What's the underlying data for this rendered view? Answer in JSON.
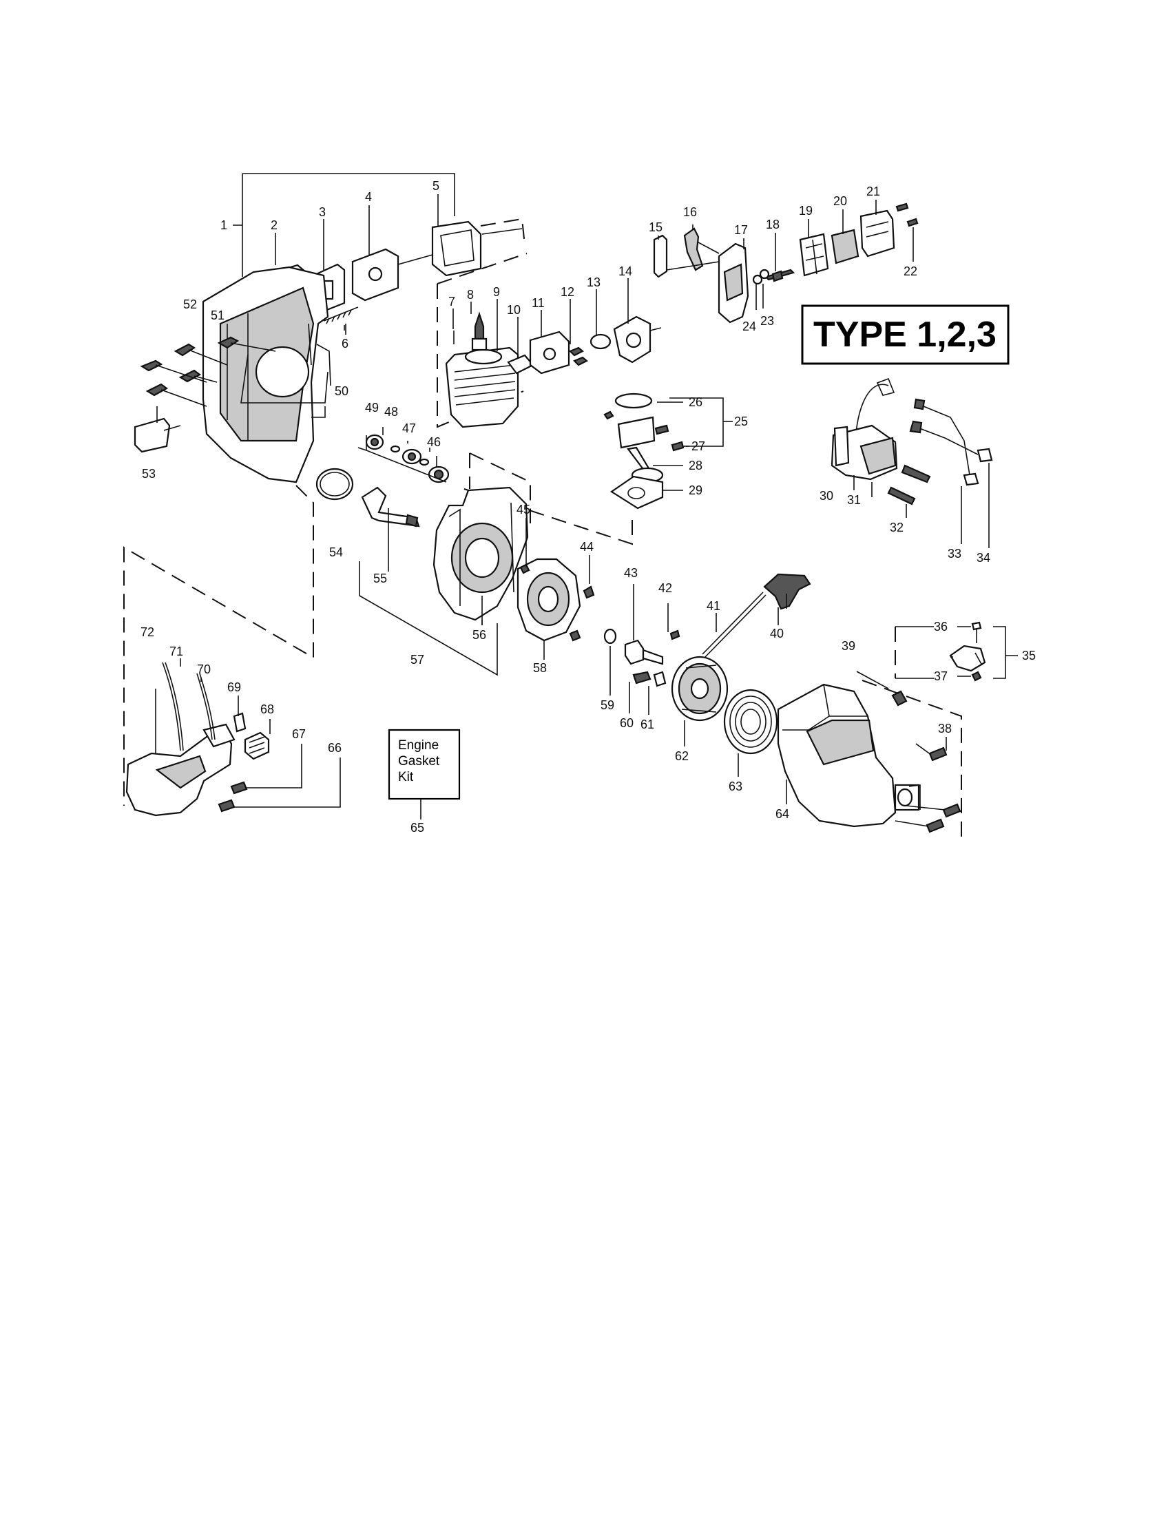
{
  "type_badge": "TYPE 1,2,3",
  "kit_box": {
    "line1": "Engine",
    "line2": "Gasket",
    "line3": "Kit"
  },
  "labels": {
    "l1": "1",
    "l2": "2",
    "l3": "3",
    "l4": "4",
    "l5": "5",
    "l6": "6",
    "l7": "7",
    "l8": "8",
    "l9": "9",
    "l10": "10",
    "l11": "11",
    "l12": "12",
    "l13": "13",
    "l14": "14",
    "l15": "15",
    "l16": "16",
    "l17": "17",
    "l18": "18",
    "l19": "19",
    "l20": "20",
    "l21": "21",
    "l22": "22",
    "l23": "23",
    "l24": "24",
    "l25": "25",
    "l26": "26",
    "l27": "27",
    "l28": "28",
    "l29": "29",
    "l30": "30",
    "l31": "31",
    "l32": "32",
    "l33": "33",
    "l34": "34",
    "l35": "35",
    "l36": "36",
    "l37": "37",
    "l38": "38",
    "l39": "39",
    "l40": "40",
    "l41": "41",
    "l42": "42",
    "l43": "43",
    "l44": "44",
    "l45": "45",
    "l46": "46",
    "l47": "47",
    "l48": "48",
    "l49": "49",
    "l50": "50",
    "l51": "51",
    "l52": "52",
    "l53": "53",
    "l54": "54",
    "l55": "55",
    "l56": "56",
    "l57": "57",
    "l58": "58",
    "l59": "59",
    "l60": "60",
    "l61": "61",
    "l62": "62",
    "l63": "63",
    "l64": "64",
    "l65": "65",
    "l66": "66",
    "l67": "67",
    "l68": "68",
    "l69": "69",
    "l70": "70",
    "l71": "71",
    "l72": "72"
  }
}
